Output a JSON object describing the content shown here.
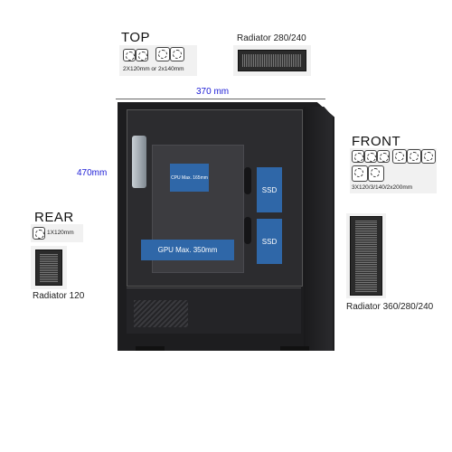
{
  "top": {
    "title": "TOP",
    "spec": "2X120mm or 2x140mm"
  },
  "radiator_top": {
    "label": "Radiator 280/240"
  },
  "dimensions": {
    "width": "370 mm",
    "height": "470mm"
  },
  "front": {
    "title": "FRONT",
    "spec": "3X120/3/140/2x200mm"
  },
  "rear": {
    "title": "REAR",
    "spec": "1X120mm"
  },
  "radiator_rear": {
    "label": "Radiator 120"
  },
  "radiator_front": {
    "label": "Radiator 360/280/240"
  },
  "case": {
    "cpu_label": "CPU Max. 165mm",
    "gpu_label": "GPU Max. 350mm",
    "ssd_1": "SSD",
    "ssd_2": "SSD"
  },
  "colors": {
    "accent_blue": "#2f67a8",
    "dimension_blue": "#1b1bd6",
    "case_dark": "#1d1d1f"
  }
}
